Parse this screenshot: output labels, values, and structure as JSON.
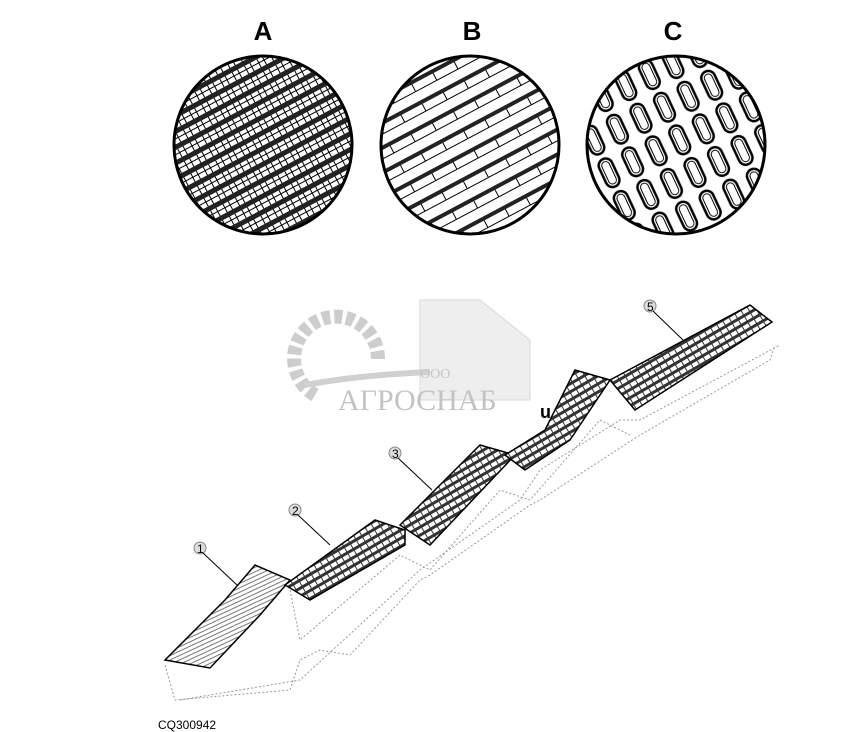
{
  "detail_views": [
    {
      "label": "A",
      "type": "louvre sieve, close slats"
    },
    {
      "label": "B",
      "type": "louvre sieve, wide slats"
    },
    {
      "label": "C",
      "type": "oblong hole sieve"
    }
  ],
  "callouts": [
    "1",
    "2",
    "3",
    "u",
    "5"
  ],
  "figure_code": "CQ300942",
  "watermark": {
    "prefix": "ООО",
    "name": "АГРОСНАБ"
  },
  "colors": {
    "line": "#000000",
    "watermark": "#bdbdbd"
  }
}
